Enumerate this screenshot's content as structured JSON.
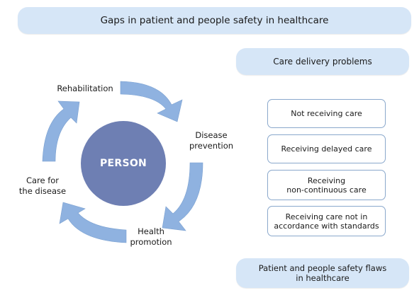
{
  "title": "Gaps in patient and people safety in healthcare",
  "care_delivery": {
    "heading": "Care delivery problems",
    "items": [
      "Not receiving care",
      "Receiving delayed care",
      "Receiving\nnon-continuous care",
      "Receiving care not in\naccordance with standards"
    ]
  },
  "cycle": {
    "center": "PERSON",
    "stages": {
      "top": "Rehabilitation",
      "right": "Disease\nprevention",
      "bottom": "Health\npromotion",
      "left": "Care for\nthe disease"
    },
    "arrow_color": "#8fb2e0",
    "center_color": "#6e7fb3"
  },
  "footer": "Patient and people safety flaws\nin healthcare",
  "colors": {
    "pill": "#d6e6f7",
    "box_border": "#8aa8cc"
  }
}
